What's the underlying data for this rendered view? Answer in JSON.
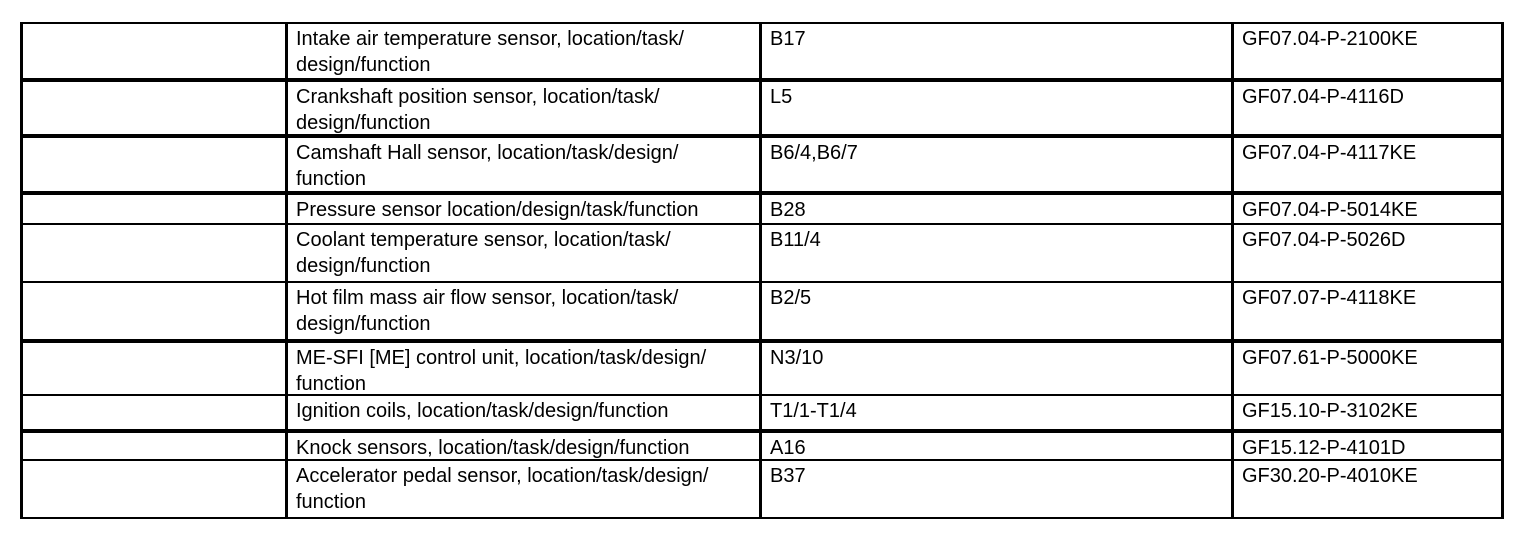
{
  "colors": {
    "background": "#ffffff",
    "border": "#000000",
    "text": "#000000"
  },
  "table": {
    "rows": [
      {
        "empty": "",
        "description": "Intake air temperature sensor, location/task/\ndesign/function",
        "code": "B17",
        "document": "GF07.04-P-2100KE"
      },
      {
        "empty": "",
        "description": "Crankshaft position sensor, location/task/\ndesign/function",
        "code": "L5",
        "document": "GF07.04-P-4116D"
      },
      {
        "empty": "",
        "description": "Camshaft Hall sensor, location/task/design/\nfunction",
        "code": "B6/4,B6/7",
        "document": "GF07.04-P-4117KE"
      },
      {
        "empty": "",
        "description": "Pressure sensor location/design/task/function",
        "code": "B28",
        "document": "GF07.04-P-5014KE"
      },
      {
        "empty": "",
        "description": "Coolant temperature sensor, location/task/\ndesign/function",
        "code": "B11/4",
        "document": "GF07.04-P-5026D"
      },
      {
        "empty": "",
        "description": "Hot film mass air flow sensor, location/task/\ndesign/function",
        "code": "B2/5",
        "document": "GF07.07-P-4118KE"
      },
      {
        "empty": "",
        "description": "ME-SFI [ME] control unit, location/task/design/\nfunction",
        "code": "N3/10",
        "document": "GF07.61-P-5000KE"
      },
      {
        "empty": "",
        "description": "Ignition coils, location/task/design/function",
        "code": "T1/1-T1/4",
        "document": "GF15.10-P-3102KE"
      },
      {
        "empty": "",
        "description": "Knock sensors, location/task/design/function",
        "code": "A16",
        "document": "GF15.12-P-4101D"
      },
      {
        "empty": "",
        "description": "Accelerator pedal sensor, location/task/design/\nfunction",
        "code": "B37",
        "document": "GF30.20-P-4010KE"
      }
    ]
  }
}
